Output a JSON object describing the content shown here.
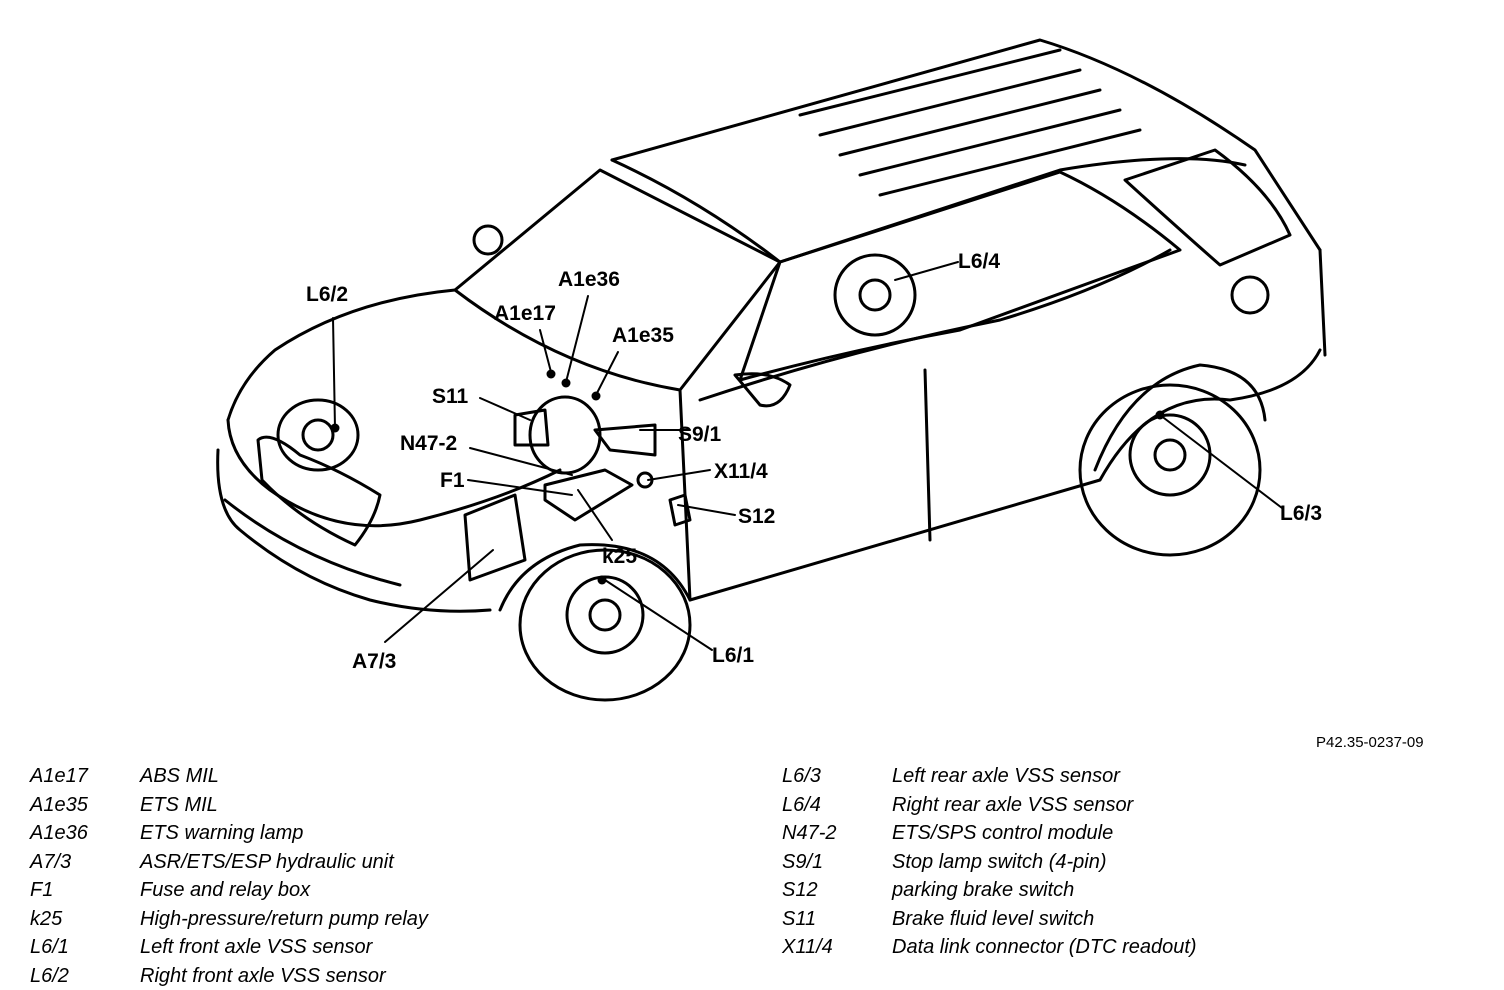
{
  "diagram": {
    "labels": {
      "L6_2": "L6/2",
      "A1e17": "A1e17",
      "A1e36": "A1e36",
      "A1e35": "A1e35",
      "S11": "S11",
      "N47_2": "N47-2",
      "F1": "F1",
      "S9_1": "S9/1",
      "X11_4": "X11/4",
      "S12": "S12",
      "k25": "k25",
      "A7_3": "A7/3",
      "L6_1": "L6/1",
      "L6_4": "L6/4",
      "L6_3": "L6/3"
    },
    "reference": "P42.35-0237-09"
  },
  "legend": {
    "left": [
      {
        "code": "A1e17",
        "desc": "ABS MIL"
      },
      {
        "code": "A1e35",
        "desc": "ETS MIL"
      },
      {
        "code": "A1e36",
        "desc": "ETS warning lamp"
      },
      {
        "code": "A7/3",
        "desc": "ASR/ETS/ESP hydraulic unit"
      },
      {
        "code": "F1",
        "desc": "Fuse and relay box"
      },
      {
        "code": "k25",
        "desc": "High-pressure/return pump relay"
      },
      {
        "code": "L6/1",
        "desc": "Left front axle VSS sensor"
      },
      {
        "code": "L6/2",
        "desc": "Right front axle VSS sensor"
      }
    ],
    "right": [
      {
        "code": "L6/3",
        "desc": "Left rear axle VSS sensor"
      },
      {
        "code": "L6/4",
        "desc": "Right rear axle VSS sensor"
      },
      {
        "code": "N47-2",
        "desc": "ETS/SPS control module"
      },
      {
        "code": "S9/1",
        "desc": "Stop lamp switch (4-pin)"
      },
      {
        "code": "S12",
        "desc": "parking brake switch"
      },
      {
        "code": "S11",
        "desc": "Brake fluid level switch"
      },
      {
        "code": "X11/4",
        "desc": "Data link connector (DTC readout)"
      }
    ]
  }
}
